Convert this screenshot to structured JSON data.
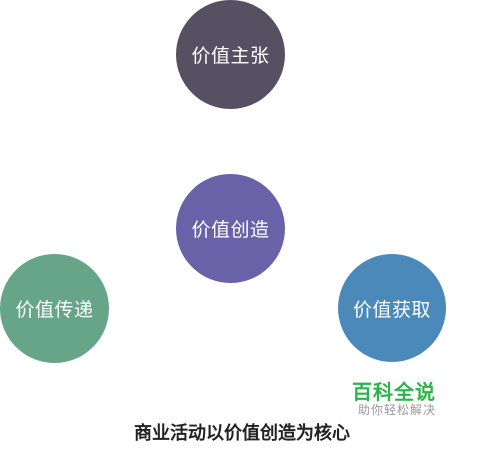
{
  "circles": {
    "top": {
      "label": "价值主张",
      "color": "#555163"
    },
    "center": {
      "label": "价值创造",
      "color": "#6962a8"
    },
    "left": {
      "label": "价值传递",
      "color": "#66a587"
    },
    "right": {
      "label": "价值获取",
      "color": "#4b89bb"
    }
  },
  "caption": "商业活动以价值创造为核心",
  "watermark": {
    "title": "百科全说",
    "subtitle": "助你轻松解决",
    "color": "#2db34a"
  }
}
